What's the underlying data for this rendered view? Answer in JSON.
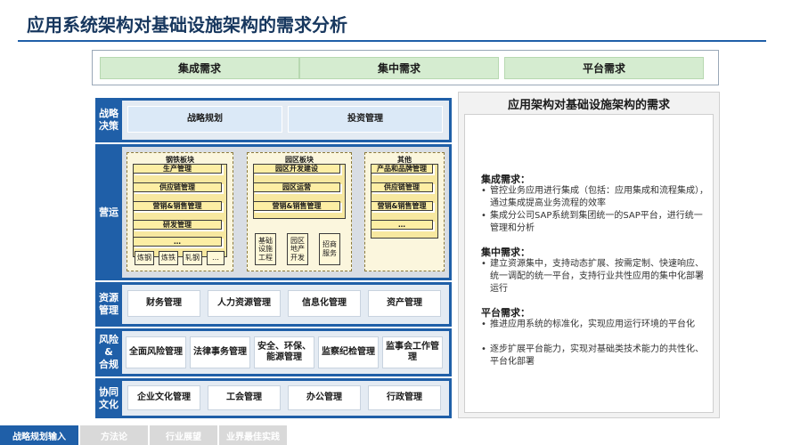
{
  "title": "应用系统架构对基础设施架构的需求分析",
  "demands": [
    "集成需求",
    "集中需求",
    "平台需求"
  ],
  "rows": {
    "strategy": {
      "label": "战略\n决策",
      "cells": [
        "战略规划",
        "投资管理"
      ]
    },
    "operations": {
      "label": "营运",
      "steel": {
        "title": "钢铁板块",
        "bars": [
          "生产管理",
          "供应链管理",
          "营销&销售管理",
          "研发管理",
          "…"
        ],
        "cols": [
          "炼钢",
          "炼铁",
          "轧钢",
          "…"
        ]
      },
      "park": {
        "title": "园区板块",
        "bars": [
          "园区开发建设",
          "园区运营",
          "营销&销售管理"
        ],
        "cols": [
          "基础设施工程",
          "园区地产开发",
          "招商服务"
        ]
      },
      "other": {
        "title": "其他",
        "bars": [
          "产品和品牌管理",
          "供应链管理",
          "营销&销售管理",
          "…"
        ]
      }
    },
    "resources": {
      "label": "资源\n管理",
      "cells": [
        "财务管理",
        "人力资源管理",
        "信息化管理",
        "资产管理"
      ]
    },
    "risk": {
      "label": "风险\n&\n合规",
      "cells": [
        "全面风险管理",
        "法律事务管理",
        "安全、环保、能源管理",
        "监察纪检管理",
        "监事会工作管理"
      ]
    },
    "collab": {
      "label": "协同\n文化",
      "cells": [
        "企业文化管理",
        "工会管理",
        "办公管理",
        "行政管理"
      ]
    }
  },
  "panel": {
    "title": "应用架构对基础设施架构的需求",
    "sections": [
      {
        "heading": "集成需求：",
        "bullets": [
          "管控业务应用进行集成（包括：应用集成和流程集成），通过集成提高业务流程的效率",
          "集成分公司SAP系统到集团统一的SAP平台，进行统一管理和分析"
        ]
      },
      {
        "heading": "集中需求：",
        "bullets": [
          "建立资源集中，支持动态扩展、按需定制、快速响应、统一调配的统一平台，支持行业共性应用的集中化部署运行"
        ]
      },
      {
        "heading": "平台需求：",
        "bullets": [
          "推进应用系统的标准化，实现应用运行环境的平台化",
          "逐步扩展平台能力，实现对基础类技术能力的共性化、平台化部署"
        ]
      }
    ]
  },
  "footer": [
    "战略规划输入",
    "方法论",
    "行业展望",
    "业界最佳实践"
  ],
  "colors": {
    "primary": "#1f5fa8",
    "demand": "#d5ecd0",
    "segment": "#fbf6dd",
    "bar": "#fdeea4"
  }
}
